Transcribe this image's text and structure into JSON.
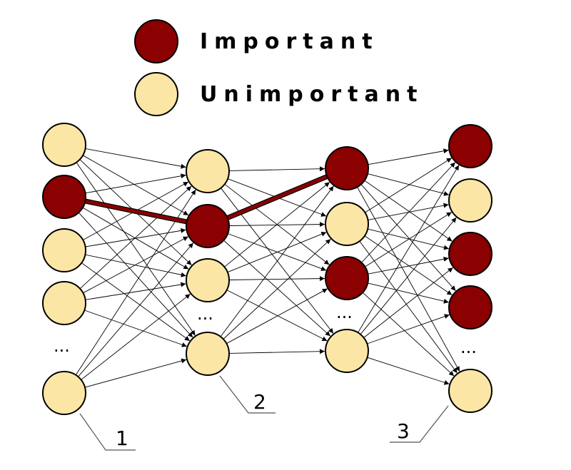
{
  "colors": {
    "important": "#8b0000",
    "unimportant": "#fbe6a6",
    "outline": "#000000",
    "path": "#8b0000"
  },
  "legend": {
    "important_label": "Important",
    "unimportant_label": "Unimportant"
  },
  "network": {
    "layers": [
      [
        "unimportant",
        "important",
        "unimportant",
        "unimportant",
        "unimportant"
      ],
      [
        "unimportant",
        "important",
        "unimportant",
        "unimportant"
      ],
      [
        "important",
        "unimportant",
        "important",
        "unimportant"
      ],
      [
        "important",
        "unimportant",
        "important",
        "important",
        "unimportant"
      ]
    ],
    "highlighted_path": [
      [
        0,
        1
      ],
      [
        1,
        1
      ],
      [
        2,
        0
      ]
    ]
  },
  "ellipses": {
    "layer1": "...",
    "layer2": "...",
    "layer3": "...",
    "layer4": "..."
  },
  "callouts": {
    "one": "1",
    "two": "2",
    "three": "3"
  }
}
